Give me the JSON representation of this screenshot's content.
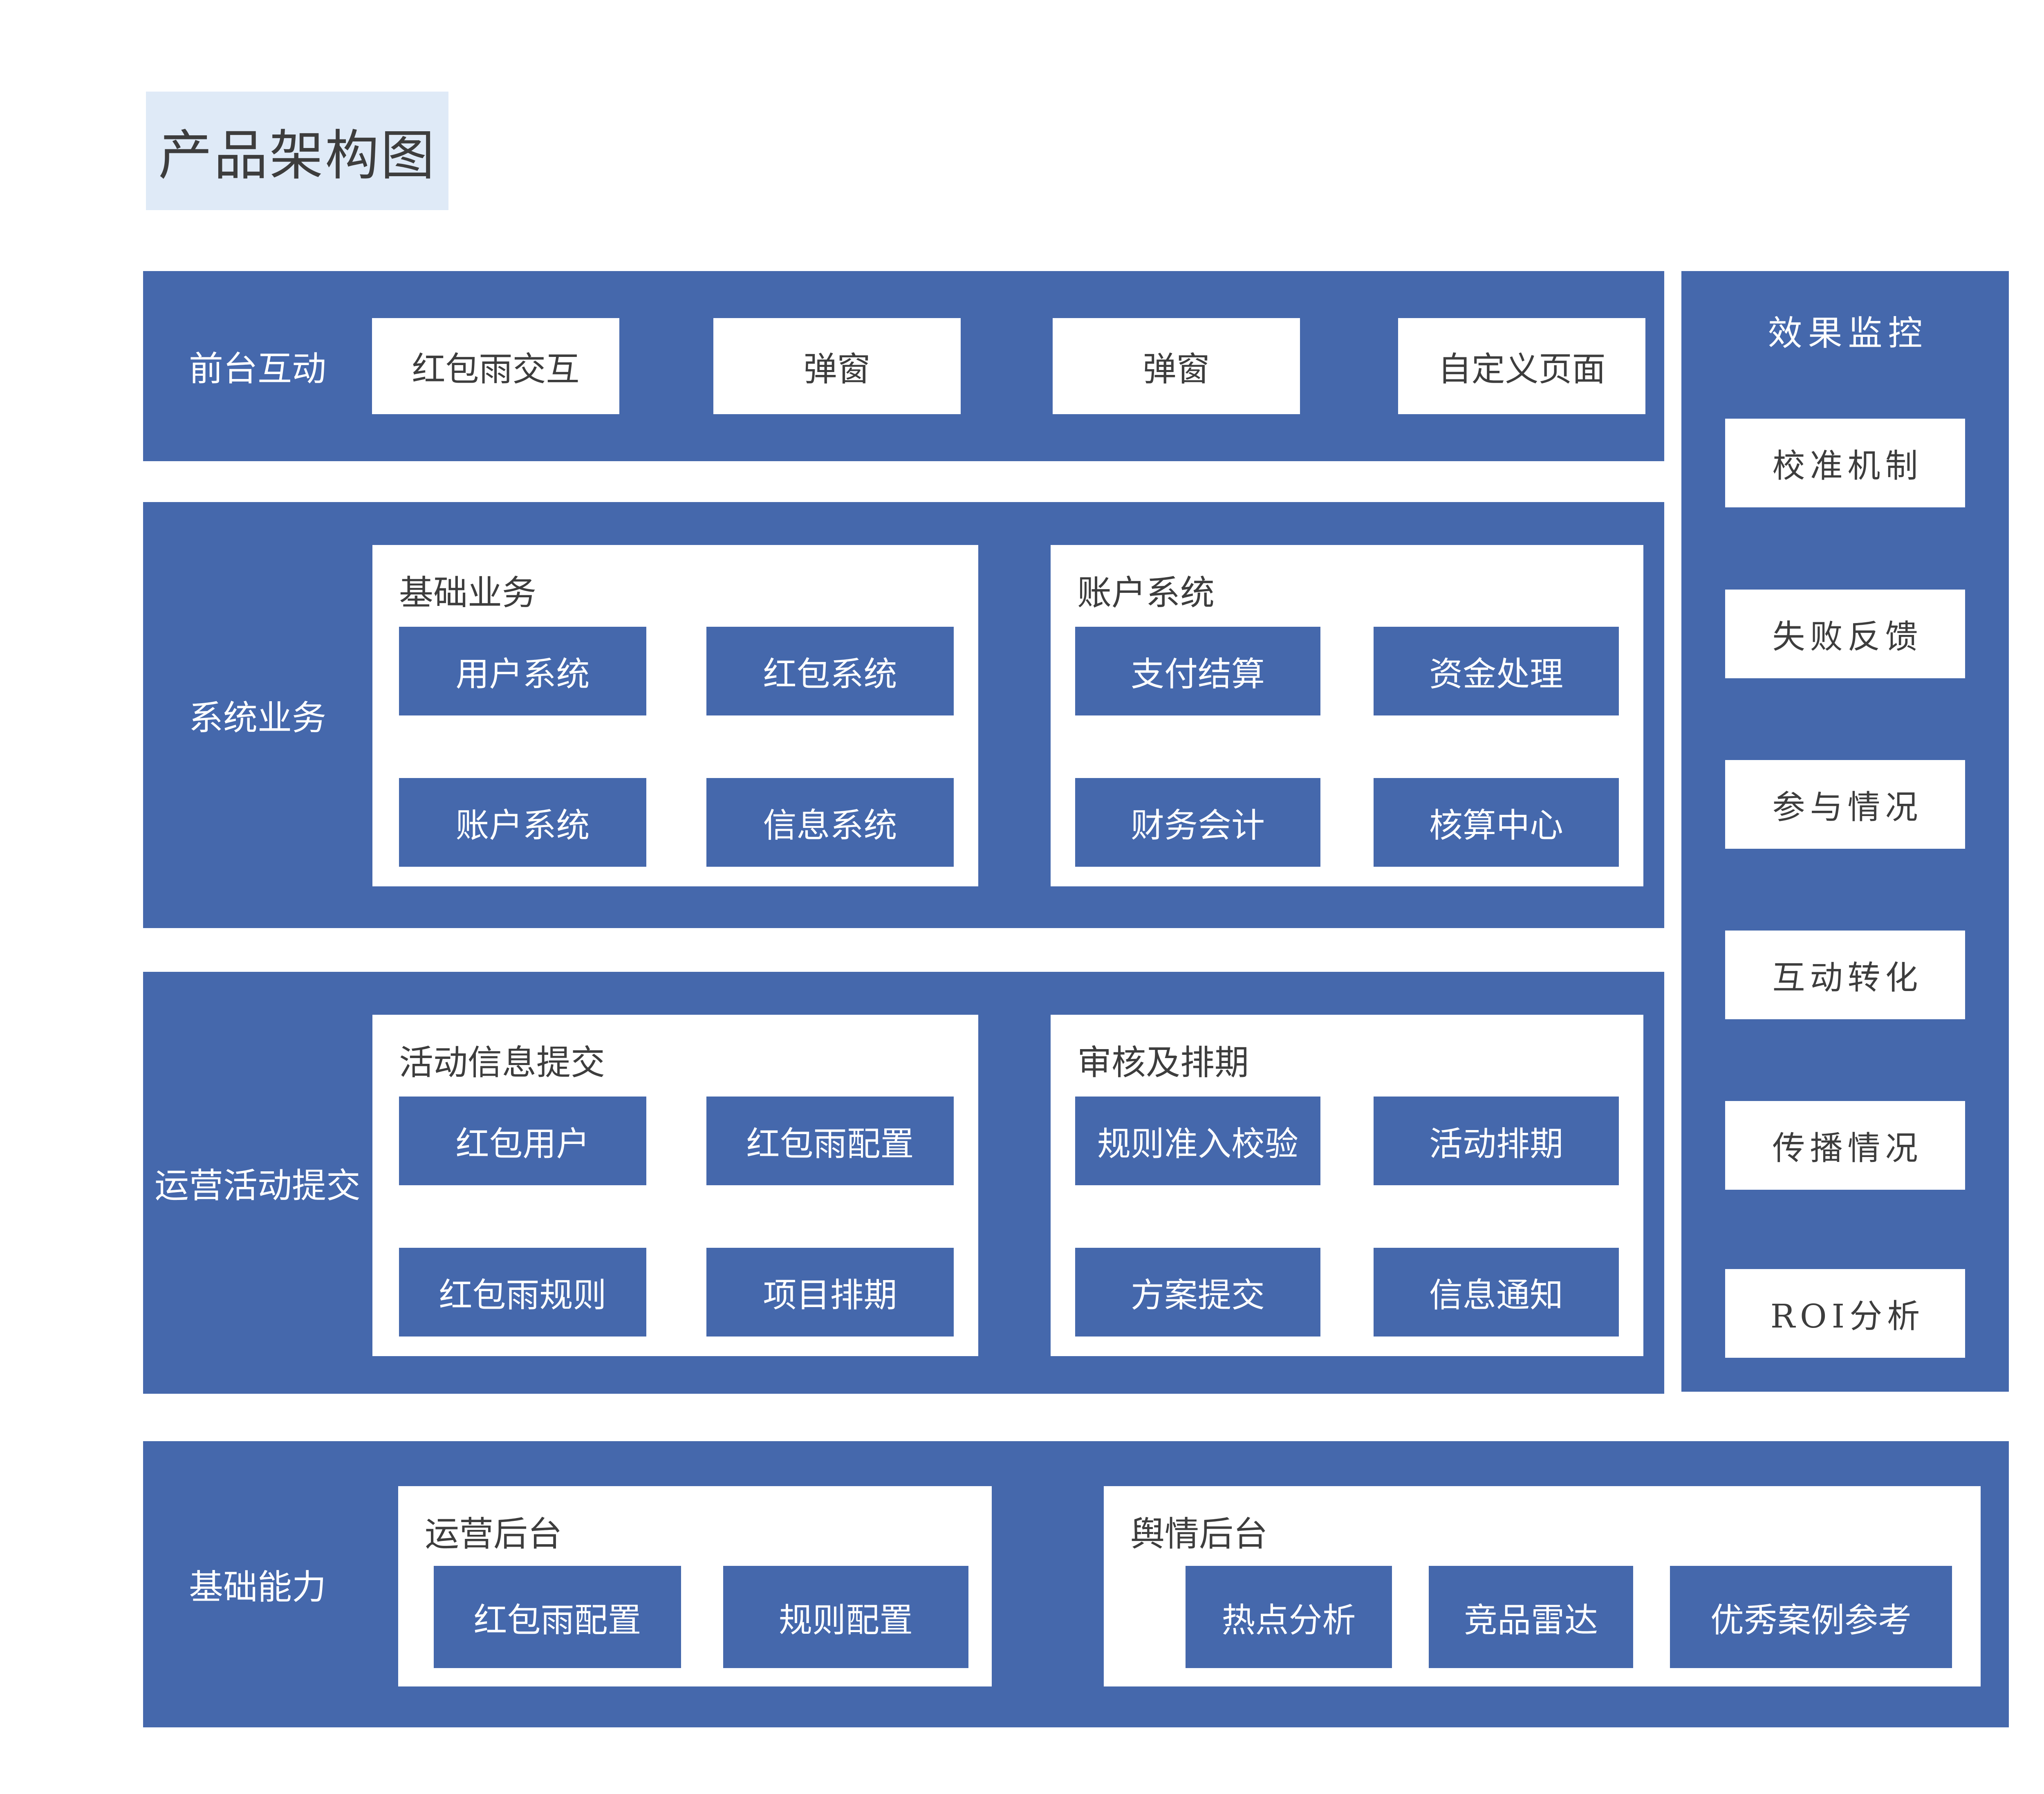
{
  "title": "产品架构图",
  "colors": {
    "band_blue": "#4568ac",
    "title_highlight": "#dfeaf7",
    "panel_white": "#ffffff",
    "dark_text": "#3d3d3d",
    "light_text": "#ffffff"
  },
  "bands": {
    "frontend": {
      "label": "前台互动",
      "boxes": [
        "红包雨交互",
        "弹窗",
        "弹窗",
        "自定义页面"
      ]
    },
    "system": {
      "label": "系统业务",
      "panels": {
        "basic_business": {
          "title": "基础业务",
          "boxes": [
            "用户系统",
            "红包系统",
            "账户系统",
            "信息系统"
          ]
        },
        "account_system": {
          "title": "账户系统",
          "boxes": [
            "支付结算",
            "资金处理",
            "财务会计",
            "核算中心"
          ]
        }
      }
    },
    "operation": {
      "label": "运营活动提交",
      "panels": {
        "activity_info": {
          "title": "活动信息提交",
          "boxes": [
            "红包用户",
            "红包雨配置",
            "红包雨规则",
            "项目排期"
          ]
        },
        "review_schedule": {
          "title": "审核及排期",
          "boxes": [
            "规则准入校验",
            "活动排期",
            "方案提交",
            "信息通知"
          ]
        }
      }
    },
    "foundation": {
      "label": "基础能力",
      "panels": {
        "ops_backend": {
          "title": "运营后台",
          "boxes": [
            "红包雨配置",
            "规则配置"
          ]
        },
        "sentiment_backend": {
          "title": "舆情后台",
          "boxes": [
            "热点分析",
            "竞品雷达",
            "优秀案例参考"
          ]
        }
      }
    }
  },
  "sidebar": {
    "title": "效果监控",
    "boxes": [
      "校准机制",
      "失败反馈",
      "参与情况",
      "互动转化",
      "传播情况",
      "ROI分析"
    ]
  }
}
